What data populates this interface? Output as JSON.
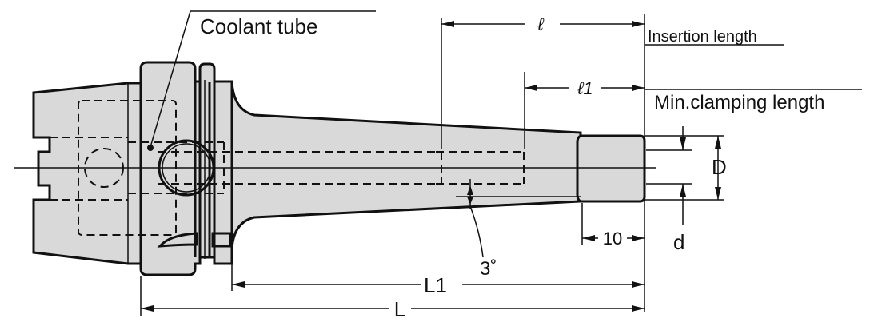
{
  "diagram": {
    "labels": {
      "coolant_tube": "Coolant tube",
      "insertion_length": "Insertion length",
      "min_clamping_length": "Min.clamping length",
      "ell": "ℓ",
      "ell1": "ℓ1",
      "D": "D",
      "d": "d",
      "ten": "10",
      "angle": "3˚",
      "L1": "L1",
      "L": "L"
    }
  },
  "colors": {
    "body": "#d9d9d9",
    "line": "#111111",
    "background": "#ffffff"
  }
}
